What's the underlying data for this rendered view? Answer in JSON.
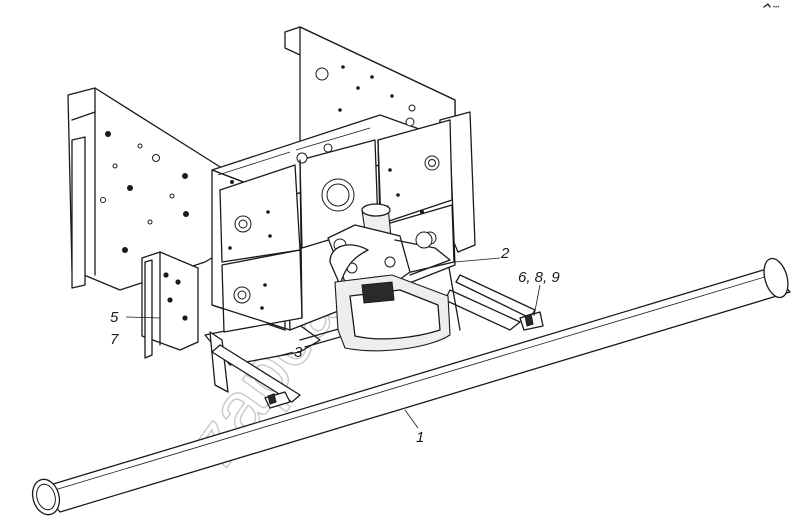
{
  "callouts": {
    "c1": "1",
    "c2": "2",
    "c3": "3",
    "c5": "5",
    "c7": "7",
    "c689": "6, 8, 9"
  },
  "watermark": "zapcasm.ru",
  "logo_text": "•••"
}
